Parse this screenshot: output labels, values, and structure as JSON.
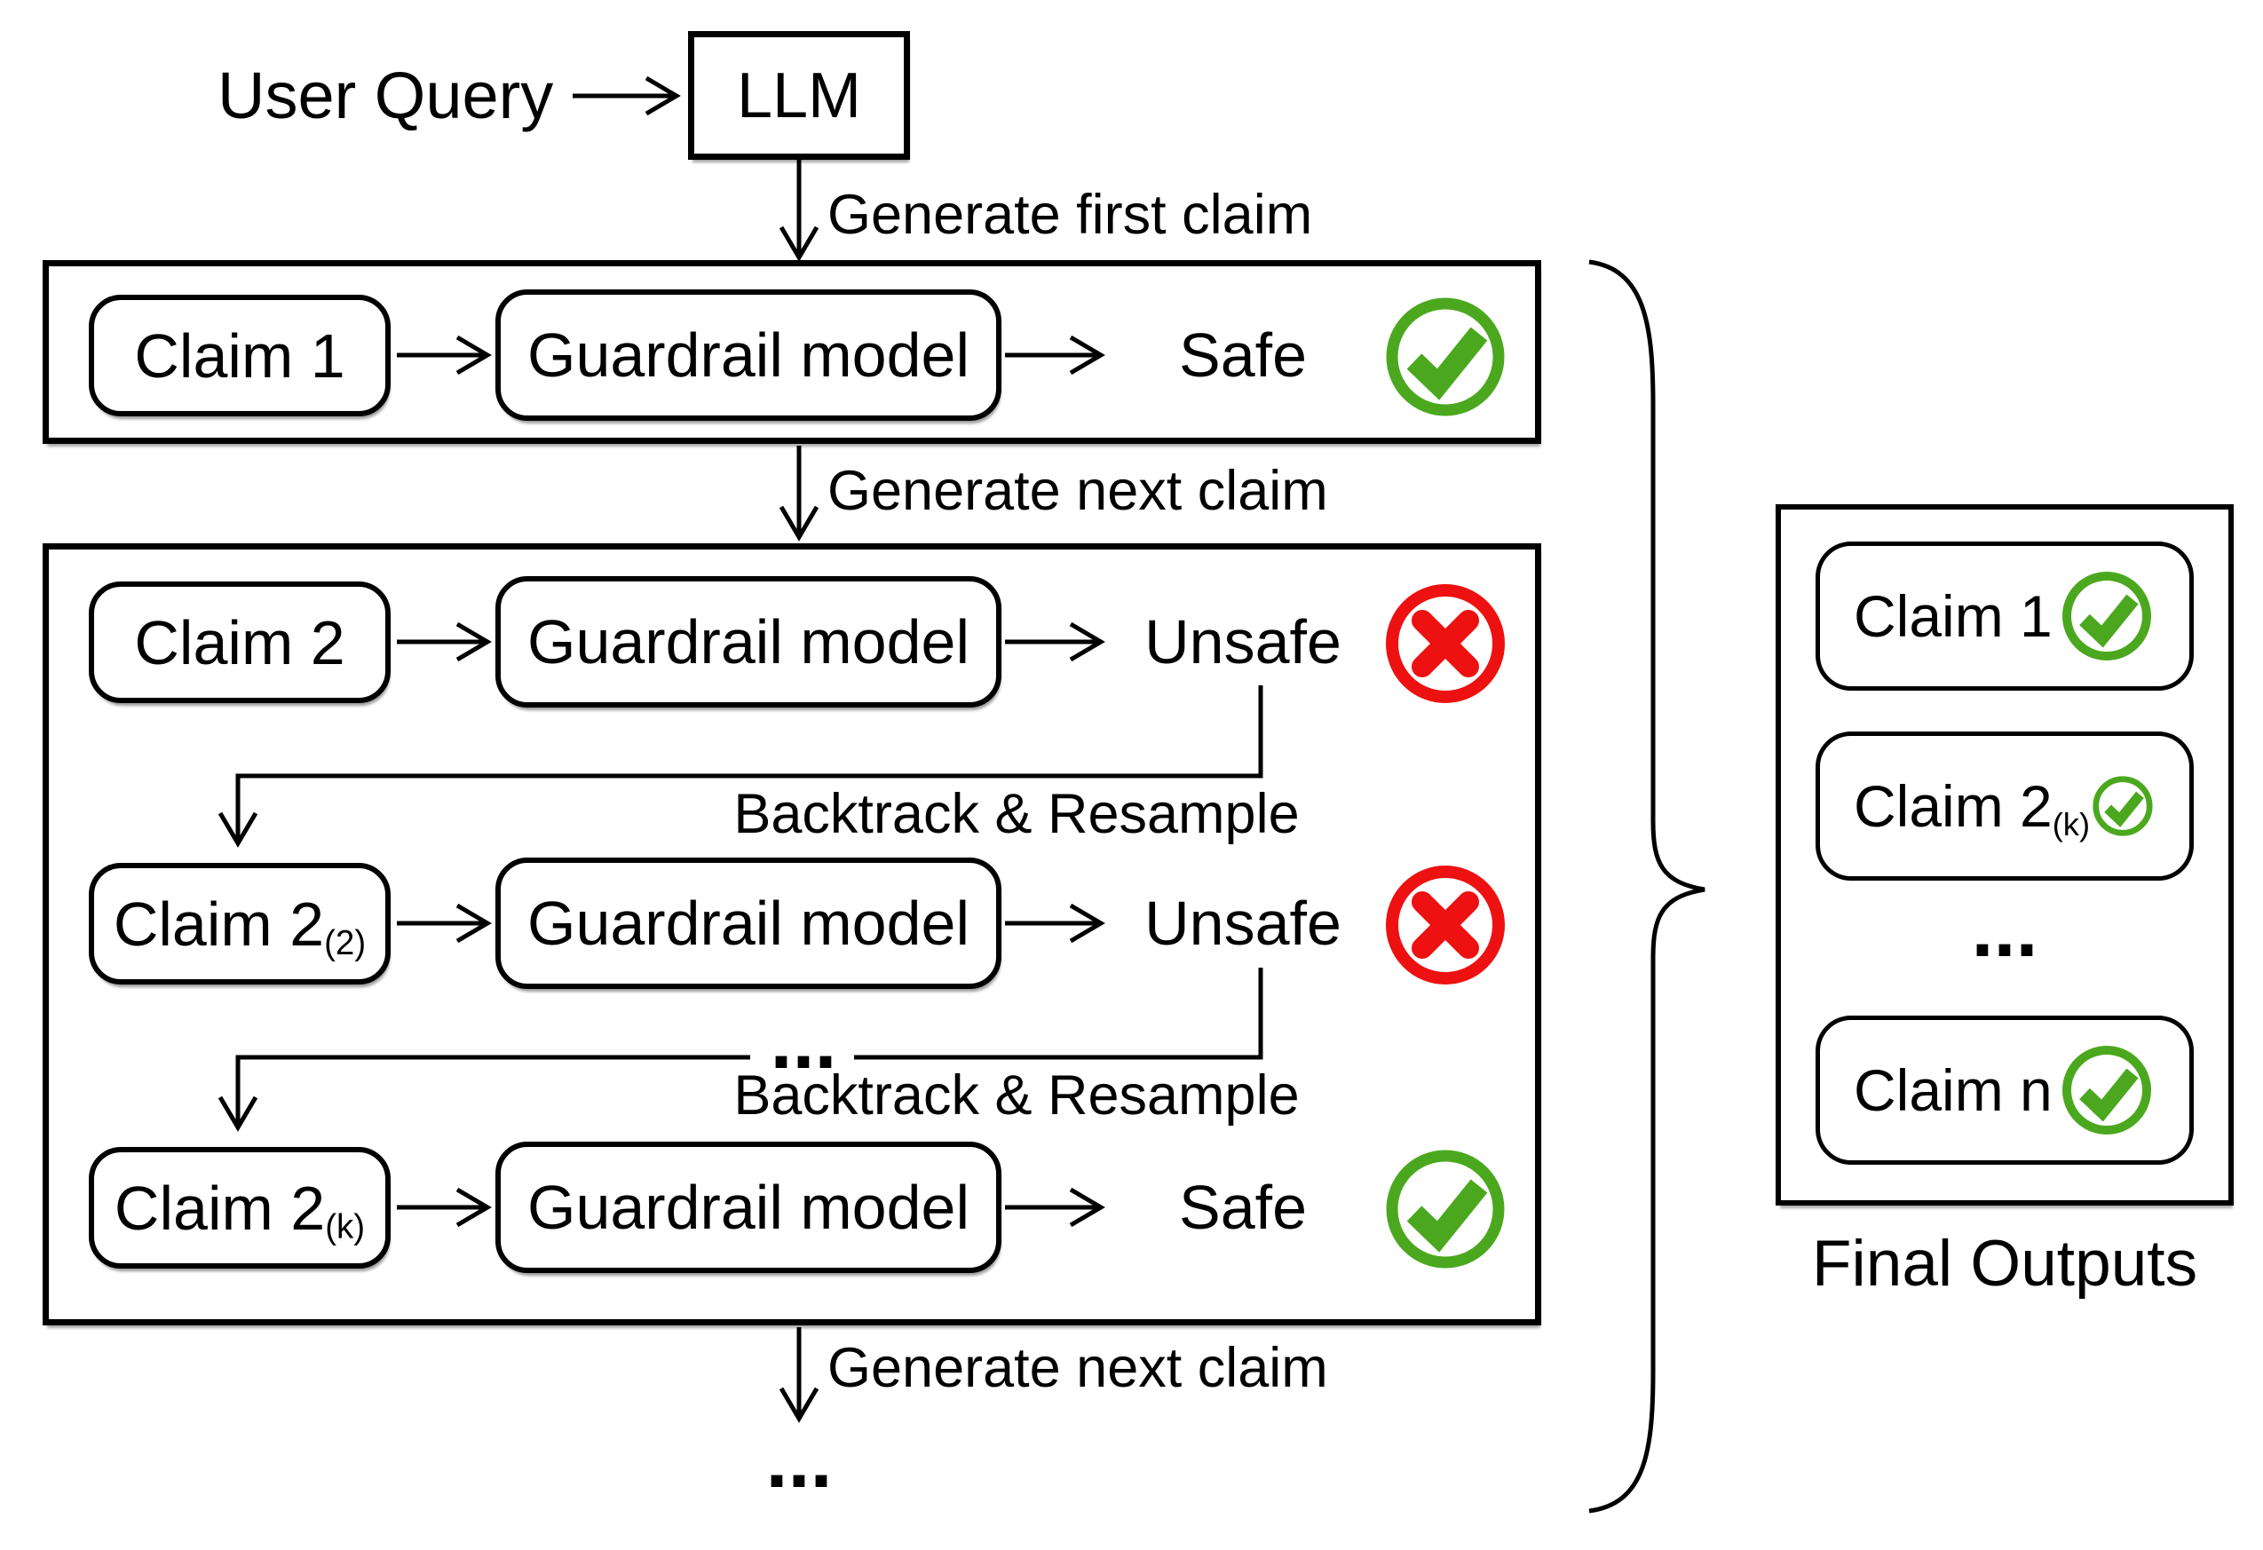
{
  "colors": {
    "green": "#4ba81e",
    "red": "#ee1111",
    "line": "#000000"
  },
  "top": {
    "user_query": "User Query",
    "llm": "LLM"
  },
  "edges": {
    "generate_first": "Generate first claim",
    "generate_next_1": "Generate next claim",
    "generate_next_2": "Generate next claim",
    "backtrack_1": "Backtrack & Resample",
    "backtrack_2": "Backtrack & Resample",
    "ellipsis_line": "...",
    "ellipsis_bottom": "..."
  },
  "stage1": {
    "claim": "Claim 1",
    "model": "Guardrail model",
    "verdict": "Safe",
    "icon": "check-circle"
  },
  "stage2": {
    "attempts": [
      {
        "claim": "Claim 2",
        "sub": "",
        "model": "Guardrail model",
        "verdict": "Unsafe",
        "icon": "x-circle"
      },
      {
        "claim": "Claim 2",
        "sub": "(2)",
        "model": "Guardrail model",
        "verdict": "Unsafe",
        "icon": "x-circle"
      },
      {
        "claim": "Claim 2",
        "sub": "(k)",
        "model": "Guardrail model",
        "verdict": "Safe",
        "icon": "check-circle"
      }
    ]
  },
  "final": {
    "title": "Final Outputs",
    "ellipsis": "...",
    "items": [
      {
        "label": "Claim 1",
        "sub": "",
        "icon": "check-circle"
      },
      {
        "label": "Claim 2",
        "sub": "(k)",
        "icon": "check-circle"
      },
      {
        "label": "Claim n",
        "sub": "",
        "icon": "check-circle"
      }
    ]
  }
}
